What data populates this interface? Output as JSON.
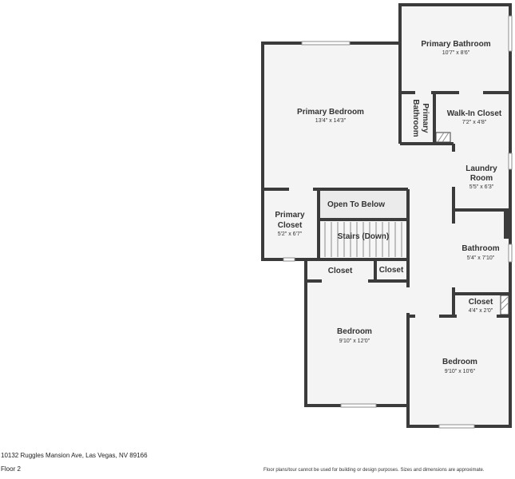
{
  "rooms": {
    "primary_bathroom": {
      "name": "Primary Bathroom",
      "dims": "10'7\" x 8'6\""
    },
    "primary_bedroom": {
      "name": "Primary Bedroom",
      "dims": "13'4\" x 14'3\""
    },
    "primary_bathroom_small": {
      "name_line1": "Primary",
      "name_line2": "Bathroom"
    },
    "walk_in_closet": {
      "name": "Walk-In Closet",
      "dims": "7'2\" x 4'8\""
    },
    "laundry_room": {
      "name_line1": "Laundry",
      "name_line2": "Room",
      "dims": "5'5\" x 6'3\""
    },
    "open_to_below": {
      "name": "Open To Below"
    },
    "primary_closet": {
      "name_line1": "Primary",
      "name_line2": "Closet",
      "dims": "5'2\" x 6'7\""
    },
    "stairs": {
      "name": "Stairs (Down)"
    },
    "bathroom": {
      "name": "Bathroom",
      "dims": "5'4\" x 7'10\""
    },
    "closet_a": {
      "name": "Closet"
    },
    "closet_b": {
      "name": "Closet"
    },
    "closet_c": {
      "name": "Closet",
      "dims": "4'4\" x 2'0\""
    },
    "bedroom_left": {
      "name": "Bedroom",
      "dims": "9'10\" x 12'0\""
    },
    "bedroom_right": {
      "name": "Bedroom",
      "dims": "9'10\" x 10'6\""
    }
  },
  "footer": {
    "address": "10132 Ruggles Mansion Ave, Las Vegas, NV 89166",
    "floor": "Floor 2",
    "disclaimer": "Floor plans/tour cannot be used for building or design purposes. Sizes and dimensions are approximate."
  },
  "colors": {
    "wall": "#3b3b3b",
    "room_fill": "#f4f4f4"
  }
}
